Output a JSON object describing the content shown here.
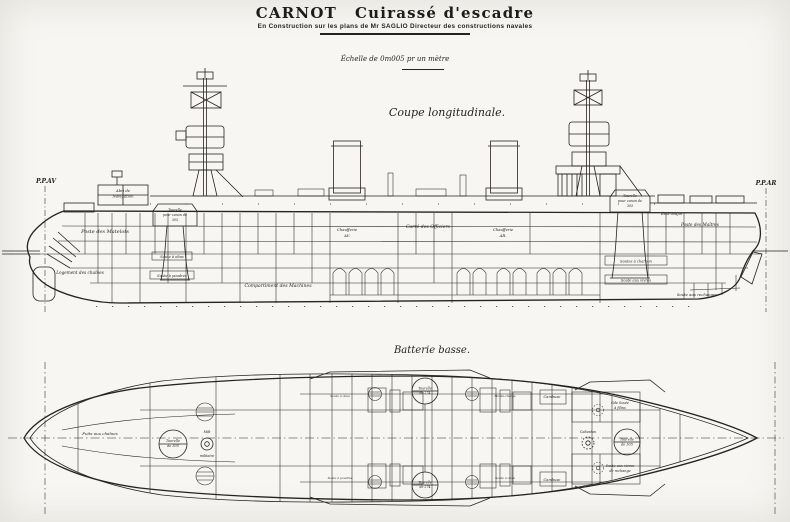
{
  "header": {
    "title": "CARNOT",
    "title_suffix": "Cuirassé d'escadre",
    "construction_note": "En Construction sur les plans de Mr SAGLIO Directeur des constructions navales",
    "scale_note": "Échelle de 0m005 pr un mètre"
  },
  "profile": {
    "section_title": "Coupe longitudinale.",
    "pp_forward": "P.P.AV",
    "pp_aft": "P.P.AR",
    "labels": {
      "bridge_line1": "Abri de",
      "bridge_line2": "Navigation",
      "forecastle_quarters": "Poste des Matelots",
      "chain_locker": "Logement des chaînes",
      "shell_room_fwd": "Soute à obus",
      "powder_room_fwd": "Soute à poudres",
      "turret_line1": "Tourelle",
      "turret_line2": "pour canon de",
      "turret_line3": "305",
      "boiler_fwd_line1": "Chaufferie",
      "boiler_fwd_line2": "AV.",
      "officers_wardroom": "Carré des Officiers",
      "engine_room": "Compartiment des Machines",
      "boiler_aft_line1": "Chaufferie",
      "boiler_aft_line2": "AR.",
      "coal_bunkers": "Soutes à charbon",
      "provisions": "Soute aux vivres",
      "staff_quarters": "État-Major",
      "petty_officers": "Poste des Maîtres",
      "spare_stores": "Soute aux rechanges"
    }
  },
  "plan": {
    "section_title": "Batterie basse.",
    "labels": {
      "chain_well": "Puits aux chaînes",
      "turret305_line1": "Tourelle",
      "turret305_line2": "de 305",
      "turret274_line1": "Tourelle",
      "turret274_line2": "de 274",
      "military_mast_line1": "Mât",
      "military_mast_line2": "militaire",
      "capstan": "Cabestan",
      "pantry": "Cambuse",
      "rope_store_line1": "Gde Soute",
      "rope_store_line2": "à filins",
      "spare_provisions_line1": "Soute aux vivres",
      "spare_provisions_line2": "de rechange",
      "shell_room": "Soute à obus",
      "powder_room": "Soute à poudres",
      "hoist": "Monte-charge"
    }
  },
  "colors": {
    "ink": "#26241f",
    "paper": "#f7f6f2"
  }
}
